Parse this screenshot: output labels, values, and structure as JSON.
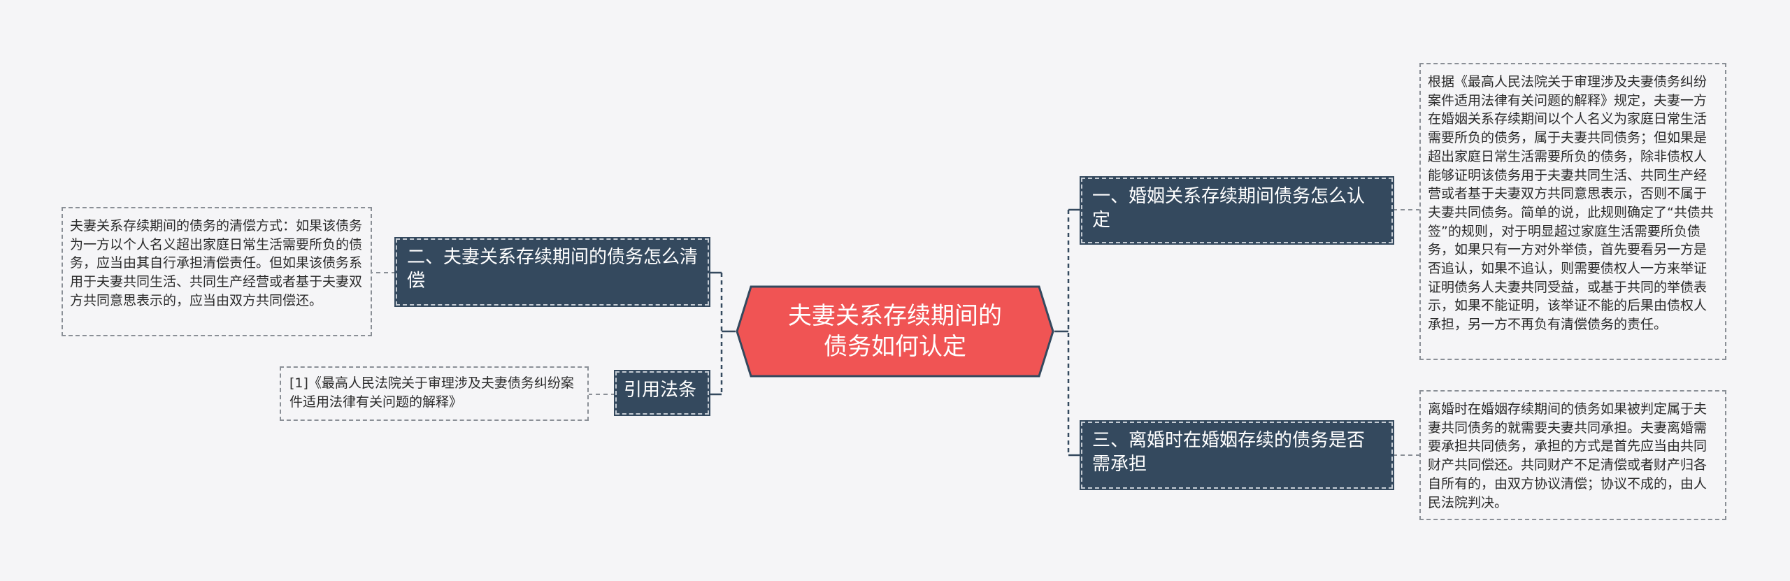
{
  "root": {
    "title": "夫妻关系存续期间的债务如何认定"
  },
  "branches": [
    {
      "label": "一、婚姻关系存续期间债务怎么认定",
      "detail": "根据《最高人民法院关于审理涉及夫妻债务纠纷案件适用法律有关问题的解释》规定，夫妻一方在婚姻关系存续期间以个人名义为家庭日常生活需要所负的债务，属于夫妻共同债务；但如果是超出家庭日常生活需要所负的债务，除非债权人能够证明该债务用于夫妻共同生活、共同生产经营或者基于夫妻双方共同意思表示，否则不属于夫妻共同债务。简单的说，此规则确定了“共债共签”的规则，对于明显超过家庭生活需要所负债务，如果只有一方对外举债，首先要看另一方是否追认，如果不追认，则需要债权人一方来举证证明债务人夫妻共同受益，或基于共同的举债表示，如果不能证明，该举证不能的后果由债权人承担，另一方不再负有清偿债务的责任。"
    },
    {
      "label": "二、夫妻关系存续期间的债务怎么清偿",
      "detail": "夫妻关系存续期间的债务的清偿方式：如果该债务为一方以个人名义超出家庭日常生活需要所负的债务，应当由其自行承担清偿责任。但如果该债务系用于夫妻共同生活、共同生产经营或者基于夫妻双方共同意思表示的，应当由双方共同偿还。"
    },
    {
      "label": "三、离婚时在婚姻存续的债务是否需承担",
      "detail": "离婚时在婚姻存续期间的债务如果被判定属于夫妻共同债务的就需要夫妻共同承担。夫妻离婚需要承担共同债务，承担的方式是首先应当由共同财产共同偿还。共同财产不足清偿或者财产归各自所有的，由双方协议清偿；协议不成的，由人民法院判决。"
    },
    {
      "label": "引用法条",
      "detail": "[1]《最高人民法院关于审理涉及夫妻债务纠纷案件适用法律有关问题的解释》"
    }
  ],
  "colors": {
    "root_fill": "#f05454",
    "root_border": "#34495e",
    "node_fill": "#34495e",
    "node_text": "#ffffff",
    "connector": "#34495e",
    "leaf_border": "#8a8f96",
    "background": "#f5f5f7"
  }
}
